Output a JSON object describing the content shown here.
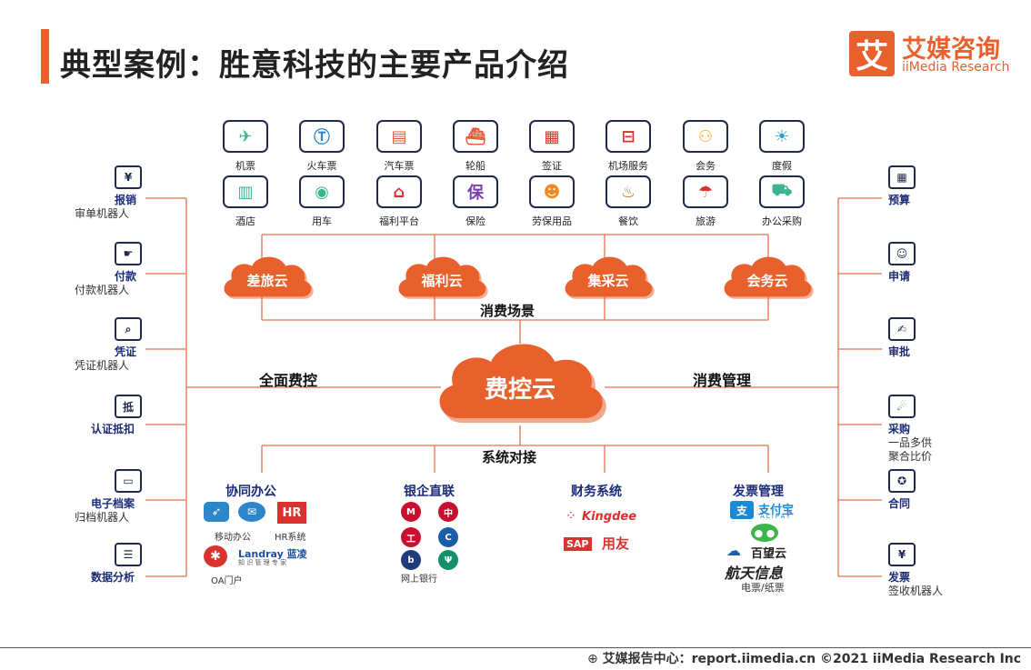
{
  "title": "典型案例：胜意科技的主要产品介绍",
  "logo": {
    "mark": "艾",
    "cn": "艾媒咨询",
    "en": "iiMedia Research"
  },
  "products_row1": [
    {
      "label": "机票",
      "icon": "airplane-icon",
      "glyph": "✈",
      "color": "#3bb58f"
    },
    {
      "label": "火车票",
      "icon": "train-icon",
      "glyph": "Ⓣ",
      "color": "#2c86c9"
    },
    {
      "label": "汽车票",
      "icon": "bus-icon",
      "glyph": "▤",
      "color": "#e25a3a"
    },
    {
      "label": "轮船",
      "icon": "ship-icon",
      "glyph": "⛴",
      "color": "#e25a3a"
    },
    {
      "label": "签证",
      "icon": "passport-icon",
      "glyph": "▦",
      "color": "#d9332f"
    },
    {
      "label": "机场服务",
      "icon": "cart-icon",
      "glyph": "⊟",
      "color": "#d9332f"
    },
    {
      "label": "会务",
      "icon": "meeting-icon",
      "glyph": "⚇",
      "color": "#f0b020"
    },
    {
      "label": "度假",
      "icon": "beach-icon",
      "glyph": "☀",
      "color": "#2c9cd9"
    }
  ],
  "products_row2": [
    {
      "label": "酒店",
      "icon": "hotel-icon",
      "glyph": "▥",
      "color": "#3bb58f"
    },
    {
      "label": "用车",
      "icon": "car-icon",
      "glyph": "◉",
      "color": "#3bb58f"
    },
    {
      "label": "福利平台",
      "icon": "shop-icon",
      "glyph": "⌂",
      "color": "#d9332f"
    },
    {
      "label": "保险",
      "icon": "shield-icon",
      "glyph": "保",
      "color": "#7b3fa8"
    },
    {
      "label": "劳保用品",
      "icon": "worker-icon",
      "glyph": "☻",
      "color": "#f08a20"
    },
    {
      "label": "餐饮",
      "icon": "dining-icon",
      "glyph": "♨",
      "color": "#b07a3a"
    },
    {
      "label": "旅游",
      "icon": "umbrella-icon",
      "glyph": "☂",
      "color": "#d9332f"
    },
    {
      "label": "办公采购",
      "icon": "shopping-cart-icon",
      "glyph": "⛟",
      "color": "#3bb58f"
    }
  ],
  "clouds": [
    "差旅云",
    "福利云",
    "集采云",
    "会务云"
  ],
  "center_cloud": "费控云",
  "labels": {
    "scene": "消费场景",
    "full_control": "全面费控",
    "consumption_mgmt": "消费管理",
    "system_dock": "系统对接"
  },
  "left_items": [
    {
      "name": "报销",
      "sub": "审单机器人",
      "icon": "receipt-yen-icon",
      "glyph": "¥"
    },
    {
      "name": "付款",
      "sub": "付款机器人",
      "icon": "payment-hand-icon",
      "glyph": "☛"
    },
    {
      "name": "凭证",
      "sub": "凭证机器人",
      "icon": "voucher-search-icon",
      "glyph": "⌕"
    },
    {
      "name": "认证抵扣",
      "sub": "",
      "icon": "deduction-ticket-icon",
      "glyph": "抵"
    },
    {
      "name": "电子档案",
      "sub": "归档机器人",
      "icon": "archive-tray-icon",
      "glyph": "▭"
    },
    {
      "name": "数据分析",
      "sub": "",
      "icon": "data-list-icon",
      "glyph": "☰"
    }
  ],
  "right_items": [
    {
      "name": "预算",
      "sub": "",
      "icon": "calculator-icon",
      "glyph": "▦"
    },
    {
      "name": "申请",
      "sub": "",
      "icon": "applicant-card-icon",
      "glyph": "☺"
    },
    {
      "name": "审批",
      "sub": "",
      "icon": "approval-doc-icon",
      "glyph": "✍"
    },
    {
      "name": "采购",
      "sub": "一品多供\n聚合比价",
      "icon": "purchase-hand-icon",
      "glyph": "☄"
    },
    {
      "name": "合同",
      "sub": "",
      "icon": "contract-icon",
      "glyph": "✪"
    },
    {
      "name": "发票",
      "sub": "签收机器人",
      "icon": "invoice-yen-icon",
      "glyph": "¥"
    }
  ],
  "sections": {
    "office": {
      "title": "协同办公",
      "mobile": "移动办公",
      "hr_badge": "HR",
      "hr": "HR系统",
      "landray": "Landray 蓝凌",
      "landray_sub": "知 识 管 理 专 家",
      "oa": "OA门户"
    },
    "bank": {
      "title": "银企直联",
      "caption": "网上银行"
    },
    "finance": {
      "title": "财务系统",
      "kingdee": "Kingdee",
      "sap": "SAP",
      "yonyou": "用友"
    },
    "invoice": {
      "title": "发票管理",
      "alipay": "支付宝",
      "alipay_en": "ALIPAY",
      "baiwang": "百望云",
      "hangtian": "航天信息",
      "caption": "电票/纸票"
    }
  },
  "footer": "艾媒报告中心：report.iimedia.cn  ©2021  iiMedia Research  Inc",
  "colors": {
    "accent": "#e8602c",
    "line": "#e07050",
    "navy": "#1b2b7a"
  }
}
